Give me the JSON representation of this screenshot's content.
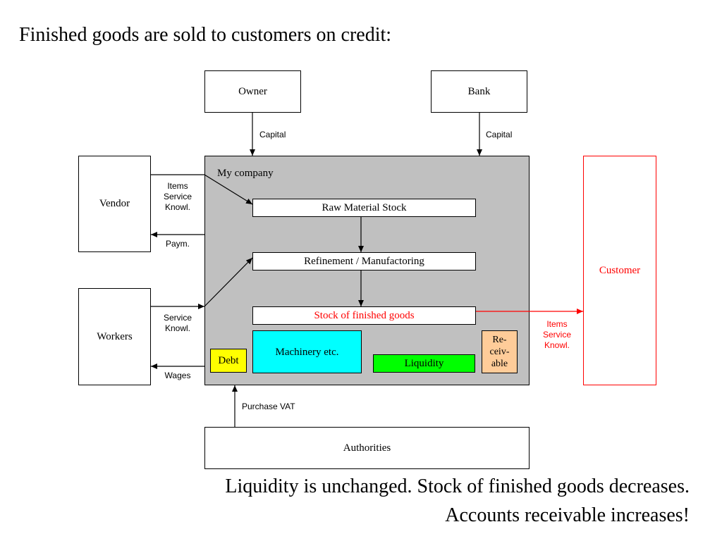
{
  "title": "Finished goods are sold to customers on credit:",
  "nodes": {
    "owner": "Owner",
    "bank": "Bank",
    "vendor": "Vendor",
    "workers": "Workers",
    "customer": "Customer",
    "authorities": "Authorities",
    "company": "My company",
    "raw_material": "Raw Material Stock",
    "refinement": "Refinement / Manufactoring",
    "finished_goods": "Stock of finished goods",
    "machinery": "Machinery etc.",
    "liquidity": "Liquidity",
    "receivable": "Re-\nceiv-\nable",
    "debt": "Debt"
  },
  "edges": {
    "owner_capital": "Capital",
    "bank_capital": "Capital",
    "vendor_in": "Items\nService\nKnowl.",
    "vendor_pay": "Paym.",
    "workers_in": "Service\nKnowl.",
    "workers_wages": "Wages",
    "customer_out": "Items\nService\nKnowl.",
    "purchase_vat": "Purchase VAT"
  },
  "footer": {
    "line1": "Liquidity is unchanged. Stock of finished goods decreases.",
    "line2": "Accounts receivable increases!"
  },
  "colors": {
    "company_bg": "#c0c0c0",
    "customer": "#ff0000",
    "machinery": "#00ffff",
    "liquidity": "#00ff00",
    "receivable": "#ffcc99",
    "debt": "#ffff00"
  }
}
